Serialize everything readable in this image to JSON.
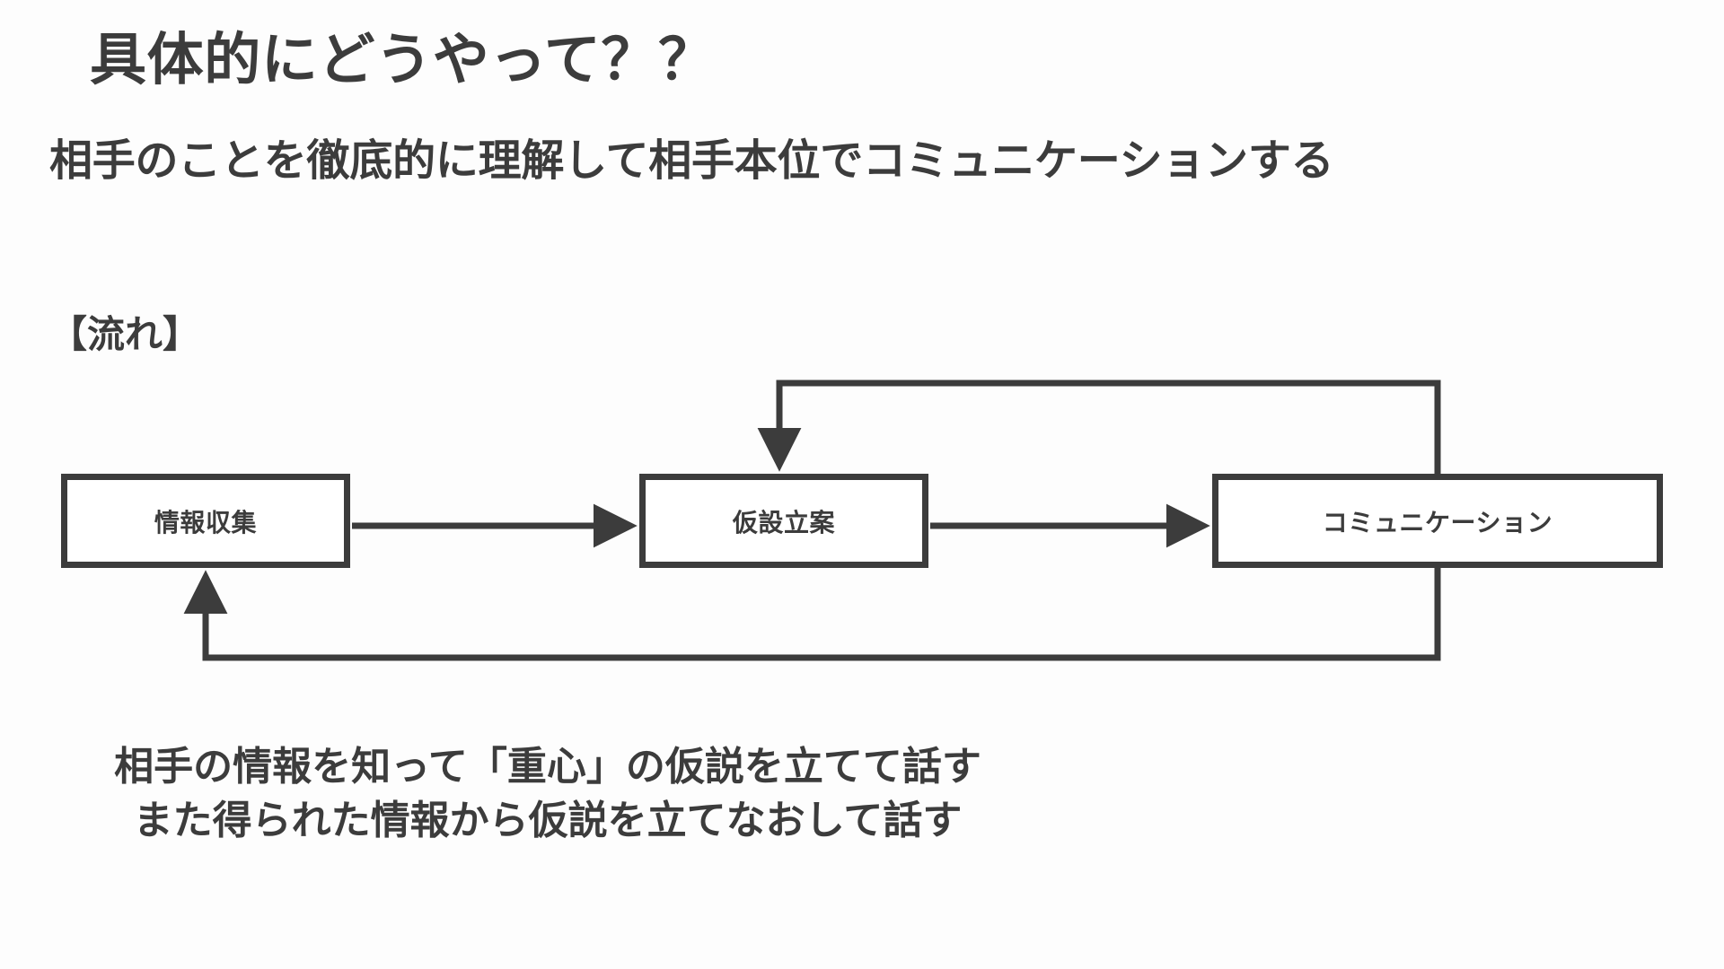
{
  "slide": {
    "title": "具体的にどうやって？？",
    "subtitle": "相手のことを徹底的に理解して相手本位でコミュニケーションする",
    "flow_label": "【流れ】",
    "background_color": "#fdfdfd",
    "text_color": "#3c3c3c",
    "line_color": "#3c3c3c"
  },
  "diagram": {
    "nodes": [
      {
        "id": "collect",
        "label": "情報収集"
      },
      {
        "id": "hypothesis",
        "label": "仮設立案"
      },
      {
        "id": "communication",
        "label": "コミュニケーション"
      }
    ],
    "edges": [
      {
        "from": "collect",
        "to": "hypothesis",
        "kind": "forward"
      },
      {
        "from": "hypothesis",
        "to": "communication",
        "kind": "forward"
      },
      {
        "from": "communication",
        "to": "hypothesis",
        "kind": "feedback-top"
      },
      {
        "from": "communication",
        "to": "collect",
        "kind": "feedback-bottom"
      }
    ]
  },
  "caption": {
    "line1": "相手の情報を知って「重心」の仮説を立てて話す",
    "line2": "また得られた情報から仮説を立てなおして話す"
  }
}
